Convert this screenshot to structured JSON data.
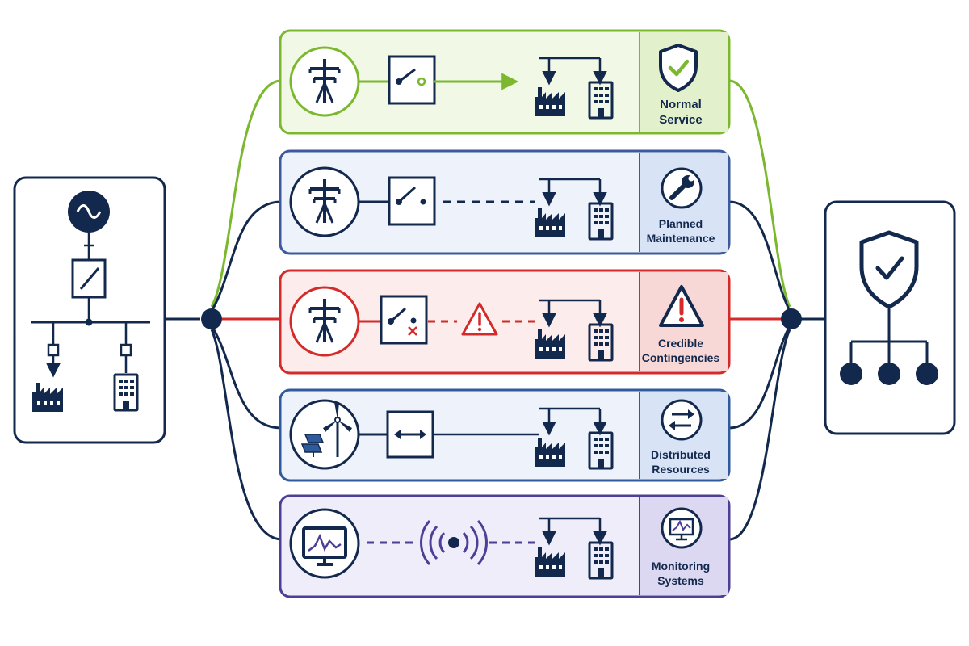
{
  "colors": {
    "navy": "#13284d",
    "normal": "#7cb82f",
    "planned": "#3d5a9e",
    "contingency": "#d42a2a",
    "distributed": "#2f5a9c",
    "monitoring": "#4b3f96"
  },
  "scenarios": [
    {
      "id": "normal",
      "icon": "shield-check-icon",
      "label_line1": "Normal",
      "label_line2": "Service"
    },
    {
      "id": "planned",
      "icon": "wrench-icon",
      "label_line1": "Planned",
      "label_line2": "Maintenance"
    },
    {
      "id": "contingency",
      "icon": "warning-icon",
      "label_line1": "Credible",
      "label_line2": "Contingencies"
    },
    {
      "id": "distributed",
      "icon": "exchange-arrows-icon",
      "label_line1": "Distributed",
      "label_line2": "Resources"
    },
    {
      "id": "monitoring",
      "icon": "monitor-chart-icon",
      "label_line1": "Monitoring",
      "label_line2": "Systems"
    }
  ]
}
